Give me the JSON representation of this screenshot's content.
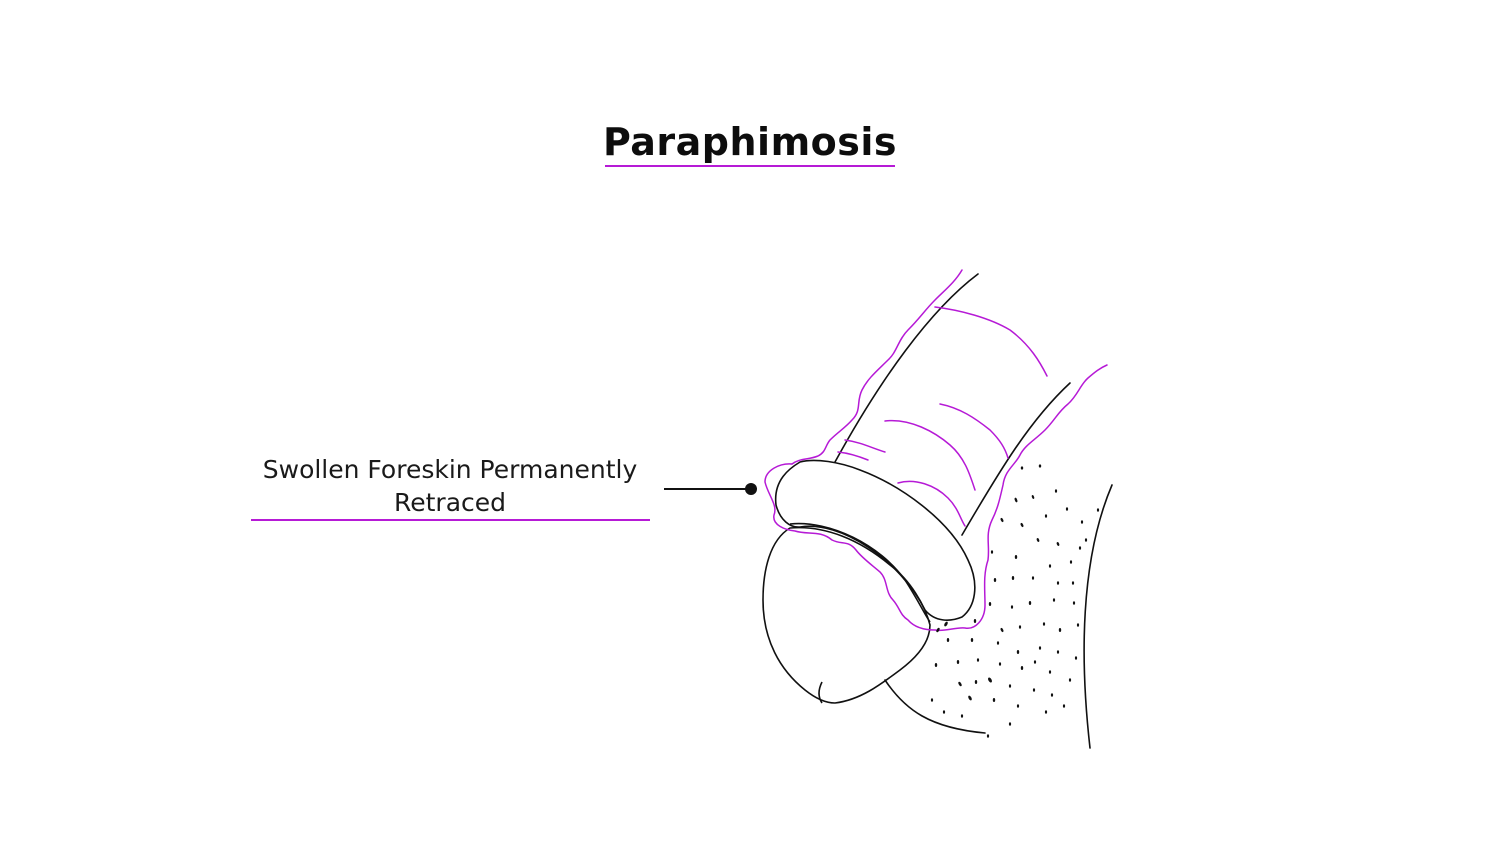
{
  "title": "Paraphimosis",
  "callout": {
    "line1": "Swollen Foreskin Permanently",
    "line2": "Retraced"
  },
  "colors": {
    "accent": "#b61ad6",
    "ink": "#111111"
  }
}
